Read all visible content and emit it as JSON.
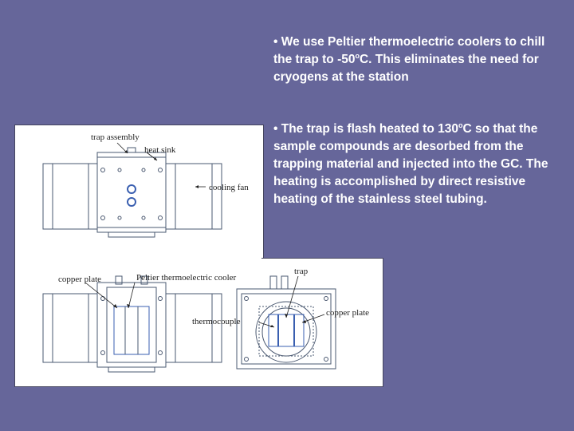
{
  "bullets": [
    {
      "symbol": "•",
      "line1": "We use Peltier thermoelectric coolers to chill the trap to -50",
      "degree": "o",
      "line2": "C.  This eliminates the need for cryogens at the station"
    },
    {
      "symbol": "•",
      "line1": "The trap is flash heated to 130",
      "degree": "o",
      "line2": "C so that the sample compounds are desorbed from the trapping material and injected into the GC.  The heating is accomplished by direct resistive heating of the stainless steel tubing."
    }
  ],
  "diagram_top": {
    "labels": {
      "trap_assembly": "trap assembly",
      "heat_sink": "heat sink",
      "cooling_fan": "cooling fan"
    }
  },
  "diagram_bottom": {
    "labels": {
      "copper_plate_left": "copper plate",
      "peltier": "Peltier thermoelectric cooler",
      "trap": "trap",
      "thermocouple": "thermocouple",
      "copper_plate_right": "copper plate"
    }
  },
  "colors": {
    "background": "#66669a",
    "text": "#ffffff",
    "line_art": "#4a5870",
    "accent_blue": "#3a5fb0"
  }
}
